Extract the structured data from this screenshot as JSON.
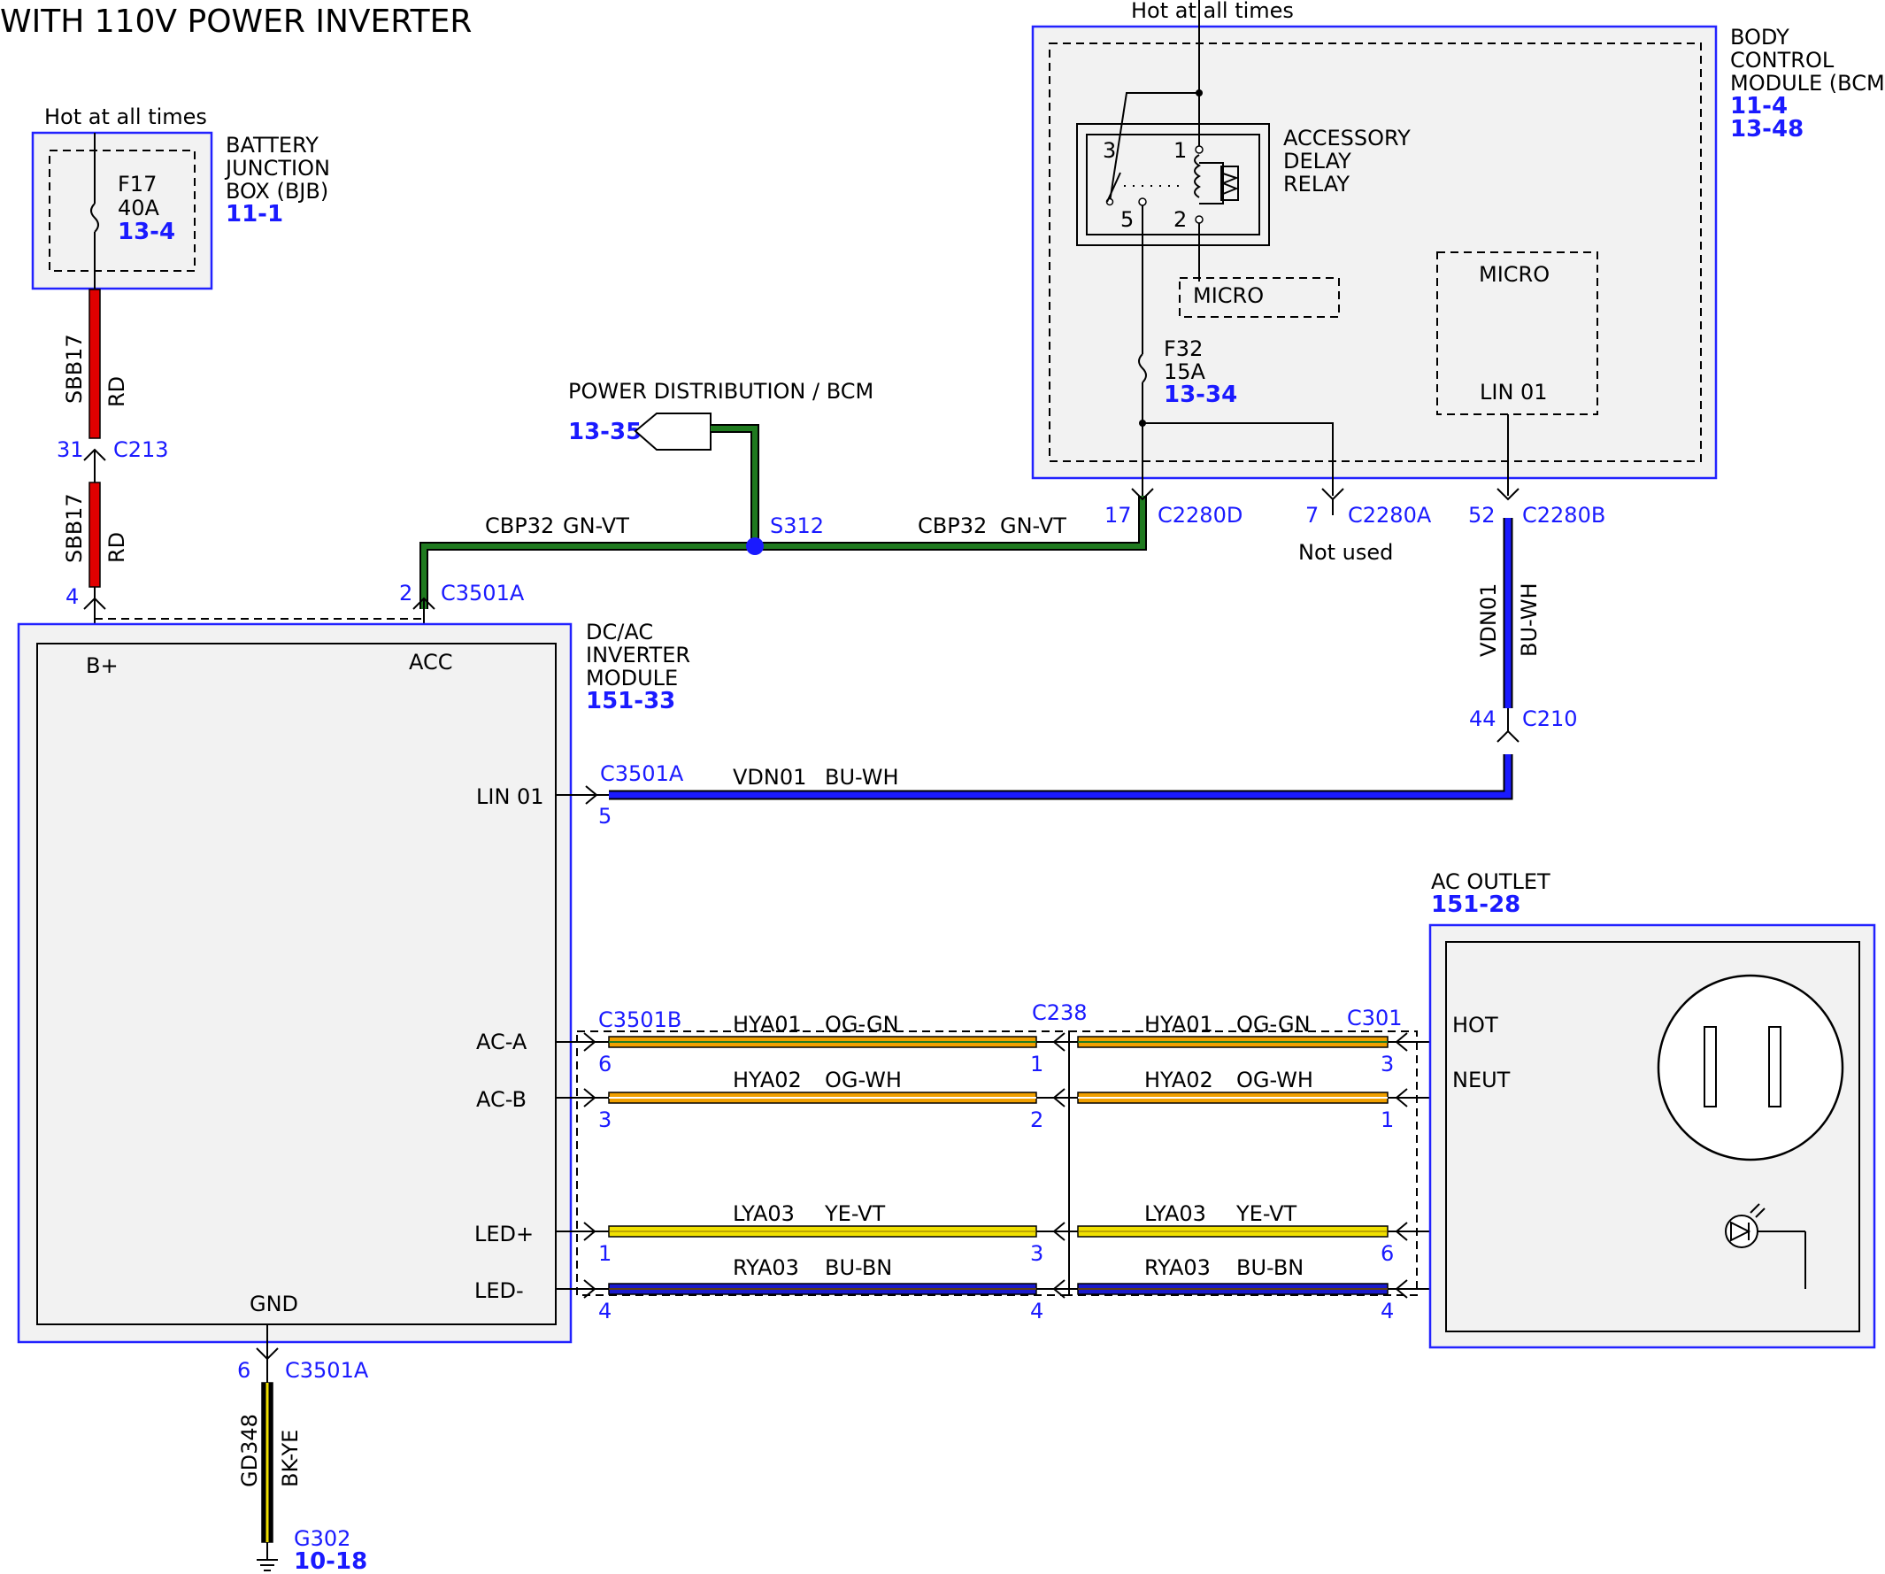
{
  "title": "WITH 110V POWER INVERTER",
  "labels": {
    "hot_bjb": "Hot at all times",
    "hot_bcm": "Hot at all times",
    "not_used": "Not used"
  },
  "bjb": {
    "name": [
      "BATTERY",
      "JUNCTION",
      "BOX (BJB)"
    ],
    "ref": "11-1",
    "fuse_name": "F17",
    "fuse_rating": "40A",
    "fuse_ref": "13-4"
  },
  "bcm": {
    "name": [
      "BODY",
      "CONTROL",
      "MODULE (BCM)"
    ],
    "refs": [
      "11-4",
      "13-48"
    ],
    "relay_name": [
      "ACCESSORY",
      "DELAY",
      "RELAY"
    ],
    "relay_pins": [
      "3",
      "1",
      "5",
      "2"
    ],
    "micro_1": "MICRO",
    "micro_2": "MICRO",
    "lin": "LIN 01",
    "fuse_name": "F32",
    "fuse_rating": "15A",
    "fuse_ref": "13-34"
  },
  "power_dist": {
    "label": "POWER DISTRIBUTION / BCM",
    "ref": "13-35"
  },
  "splice": "S312",
  "inverter": {
    "name": [
      "DC/AC",
      "INVERTER",
      "MODULE"
    ],
    "ref": "151-33",
    "pins": {
      "bplus": "B+",
      "acc": "ACC",
      "lin": "LIN 01",
      "aca": "AC-A",
      "acb": "AC-B",
      "ledp": "LED+",
      "ledm": "LED-",
      "gnd": "GND"
    }
  },
  "outlet": {
    "name": "AC OUTLET",
    "ref": "151-28",
    "hot": "HOT",
    "neut": "NEUT"
  },
  "ground": {
    "name": "G302",
    "ref": "10-18"
  },
  "connectors": {
    "c213": {
      "name": "C213",
      "pin": "31"
    },
    "bjb_in": {
      "pin": "4"
    },
    "c3501a_acc": {
      "name": "C3501A",
      "pin": "2"
    },
    "c2280d": {
      "name": "C2280D",
      "pin": "17"
    },
    "c2280a": {
      "name": "C2280A",
      "pin": "7"
    },
    "c2280b": {
      "name": "C2280B",
      "pin": "52"
    },
    "c210": {
      "name": "C210",
      "pin": "44"
    },
    "c3501a_lin": {
      "name": "C3501A",
      "pin": "5"
    },
    "c3501b": {
      "name": "C3501B",
      "pins": [
        "6",
        "3",
        "1",
        "4"
      ]
    },
    "c238": {
      "name": "C238",
      "pins_left": [
        "1",
        "2",
        "3",
        "4"
      ]
    },
    "c301": {
      "name": "C301",
      "pins": [
        "3",
        "1",
        "6",
        "4"
      ]
    },
    "c3501a_gnd": {
      "name": "C3501A",
      "pin": "6"
    }
  },
  "wires": {
    "sbb17_upper": {
      "circuit": "SBB17",
      "color": "RD"
    },
    "sbb17_lower": {
      "circuit": "SBB17",
      "color": "RD"
    },
    "cbp32_left": {
      "circuit": "CBP32",
      "color": "GN-VT"
    },
    "cbp32_right": {
      "circuit": "CBP32",
      "color": "GN-VT"
    },
    "vdn01_vert": {
      "circuit": "VDN01",
      "color": "BU-WH"
    },
    "vdn01_horiz": {
      "circuit": "VDN01",
      "color": "BU-WH"
    },
    "hya01_l": {
      "circuit": "HYA01",
      "color": "OG-GN"
    },
    "hya01_r": {
      "circuit": "HYA01",
      "color": "OG-GN"
    },
    "hya02_l": {
      "circuit": "HYA02",
      "color": "OG-WH"
    },
    "hya02_r": {
      "circuit": "HYA02",
      "color": "OG-WH"
    },
    "lya03_l": {
      "circuit": "LYA03",
      "color": "YE-VT"
    },
    "lya03_r": {
      "circuit": "LYA03",
      "color": "YE-VT"
    },
    "rya03_l": {
      "circuit": "RYA03",
      "color": "BU-BN"
    },
    "rya03_r": {
      "circuit": "RYA03",
      "color": "BU-BN"
    },
    "gd348": {
      "circuit": "GD348",
      "color": "BK-YE"
    }
  },
  "wire_colors": {
    "red": "#e00000",
    "green": "#1f7a1f",
    "blue": "#1a1aff",
    "orange": "#f0a000",
    "yellow": "#f0e000",
    "navy": "#1a1acc",
    "black": "#000000",
    "label_blue": "#1a1aff"
  }
}
